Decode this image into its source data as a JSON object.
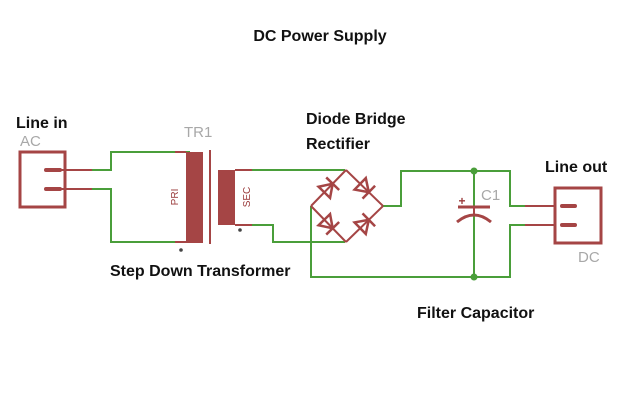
{
  "title": "DC Power Supply",
  "colors": {
    "wire": "#4a9e3a",
    "component": "#a54545",
    "reference_text": "#a8a8a8",
    "label_text": "#111111",
    "background": "#ffffff"
  },
  "labels": {
    "line_in": "Line in",
    "line_out": "Line out",
    "diode_bridge_line1": "Diode Bridge",
    "diode_bridge_line2": "Rectifier",
    "step_down": "Step Down Transformer",
    "filter_cap": "Filter Capacitor"
  },
  "components": {
    "input_connector": {
      "ref": "AC",
      "icon": "connector-2pin"
    },
    "transformer": {
      "ref": "TR1",
      "primary": "PRI",
      "secondary": "SEC",
      "icon": "transformer"
    },
    "bridge": {
      "icon": "diode-bridge",
      "diodes": 4
    },
    "capacitor": {
      "ref": "C1",
      "polarity": "+",
      "icon": "polarized-capacitor"
    },
    "output_connector": {
      "ref": "DC",
      "icon": "connector-2pin"
    }
  }
}
